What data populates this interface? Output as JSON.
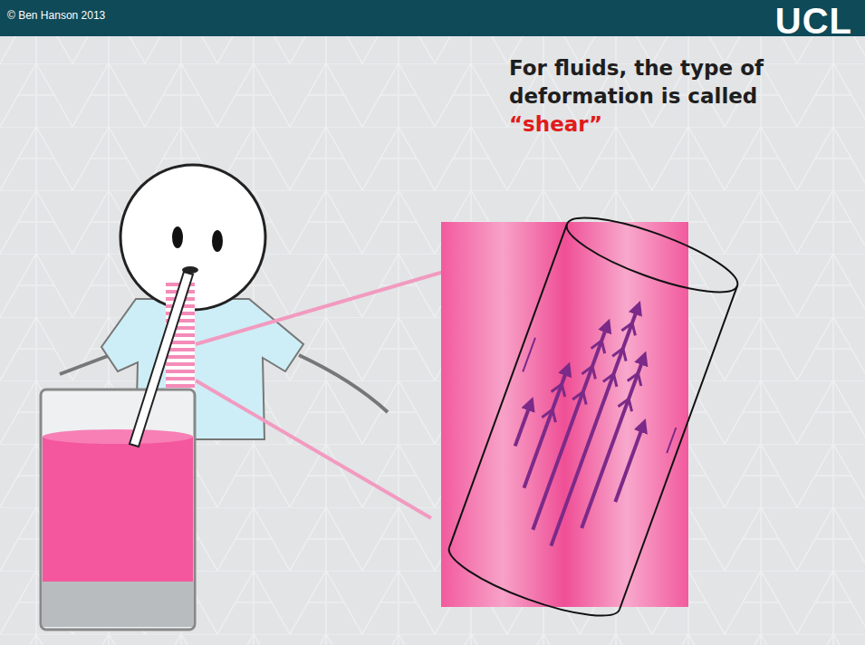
{
  "diagram": {
    "labels": [
      "© Ben Hanson 2013",
      "UCL",
      "For fluids, the type of deformation is called",
      "“shear”"
    ]
  }
}
